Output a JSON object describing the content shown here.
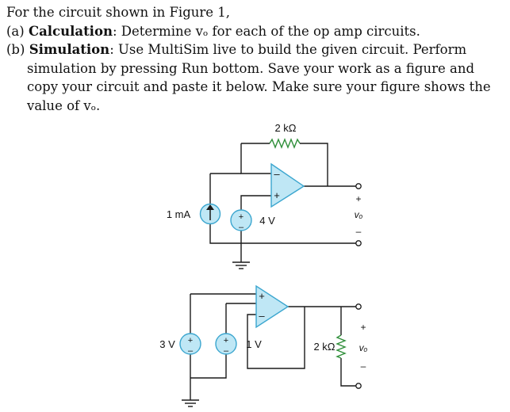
{
  "question": {
    "intro": "For the circuit shown in Figure 1,",
    "part_a": {
      "marker": "(a)",
      "heading": "Calculation",
      "text": ": Determine vₒ for each of the op amp circuits."
    },
    "part_b": {
      "marker": "(b)",
      "heading": "Simulation",
      "text": ": Use MultiSim live to build the given circuit. Perform simulation by pressing Run bottom. Save your work as a figure and copy your circuit and paste it below. Make sure your figure shows the value of vₒ."
    }
  },
  "circuit1": {
    "resistor_label": "2 kΩ",
    "current_source_label": "1 mA",
    "voltage_source_label": "4 V",
    "output_label": "vₒ",
    "plus": "+",
    "minus": "–"
  },
  "circuit2": {
    "left_source_label": "3 V",
    "right_source_label": "1 V",
    "resistor_label": "2 kΩ",
    "output_label": "vₒ",
    "plus": "+",
    "minus": "–"
  },
  "colors": {
    "component_fill": "#bfe7f5",
    "component_stroke": "#3ba6cf",
    "wire": "#1a1a1a",
    "resistor": "#2f8f3a"
  }
}
